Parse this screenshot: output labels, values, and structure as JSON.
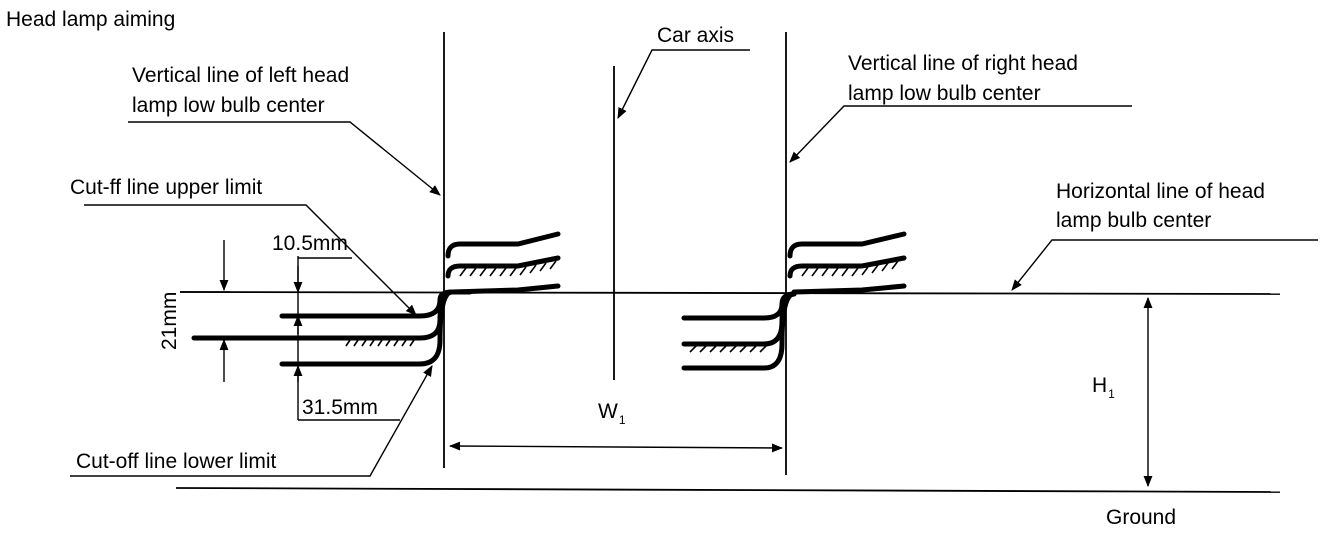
{
  "title": "Head lamp aiming",
  "labels": {
    "car_axis": "Car axis",
    "left_vertical_line1": "Vertical line of left head",
    "left_vertical_line2": "lamp low bulb center",
    "right_vertical_line1": "Vertical line of right head",
    "right_vertical_line2": "lamp low bulb center",
    "cutoff_upper": "Cut-ff line upper limit",
    "cutoff_lower": "Cut-off line lower limit",
    "horizontal_line1": "Horizontal line of head",
    "horizontal_line2": "lamp bulb center",
    "dim_10_5": "10.5mm",
    "dim_21": "21mm",
    "dim_31_5": "31.5mm",
    "w1": "W",
    "w1_sub": "1",
    "h1": "H",
    "h1_sub": "1",
    "ground": "Ground"
  },
  "colors": {
    "ink": "#000000",
    "paper": "#ffffff"
  }
}
